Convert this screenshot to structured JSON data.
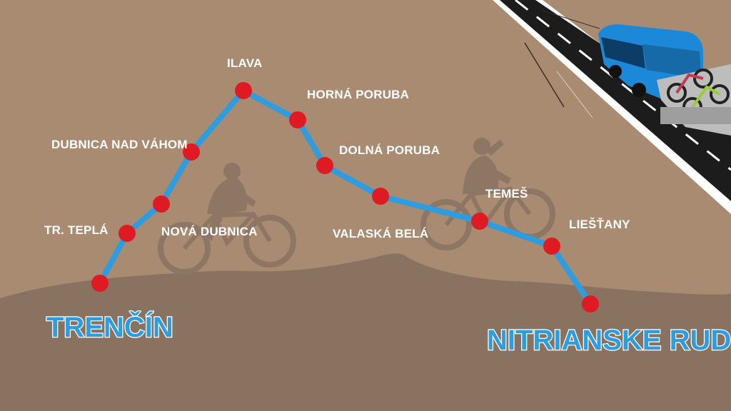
{
  "colors": {
    "background": "#a88b70",
    "ground": "#8a7260",
    "silhouette": "#8d7663",
    "route_line": "#2d9de0",
    "stop_dot": "#e01a22",
    "stop_label": "#ffffff",
    "endpoint_label": "#2d9de0",
    "road": "#1c1c1c",
    "bus": "#1e88d8"
  },
  "route": {
    "start": "TRENČÍN",
    "end": "NITRIANSKE RUDNO",
    "stops": [
      {
        "name": "",
        "id": "trencin-start"
      },
      {
        "name": "TR. TEPLÁ",
        "id": "tr-tepla"
      },
      {
        "name": "NOVÁ DUBNICA",
        "id": "nova-dubnica"
      },
      {
        "name": "DUBNICA NAD VÁHOM",
        "id": "dubnica-nad-vahom"
      },
      {
        "name": "ILAVA",
        "id": "ilava"
      },
      {
        "name": "HORNÁ PORUBA",
        "id": "horna-poruba"
      },
      {
        "name": "DOLNÁ PORUBA",
        "id": "dolna-poruba"
      },
      {
        "name": "VALASKÁ BELÁ",
        "id": "valaska-bela"
      },
      {
        "name": "TEMEŠ",
        "id": "temes"
      },
      {
        "name": "LIEŠŤANY",
        "id": "liestany"
      },
      {
        "name": "",
        "id": "nitrianske-rudno-end"
      }
    ]
  },
  "icons": [
    "cyclist-silhouette-icon",
    "bus-with-bike-rack-icon",
    "road-icon"
  ]
}
